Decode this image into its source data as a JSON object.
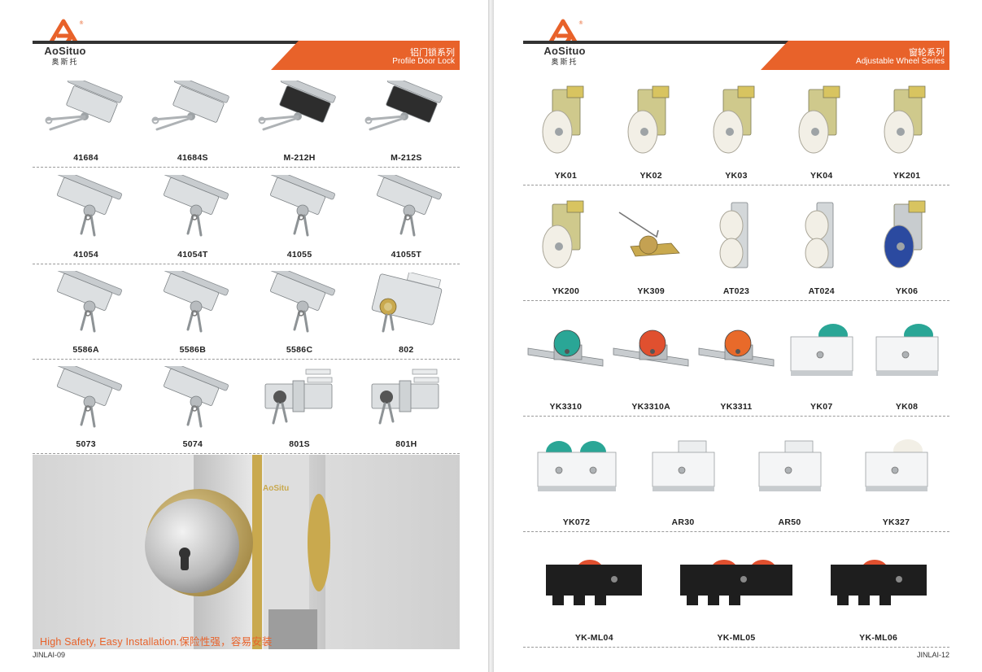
{
  "brand": {
    "name": "AoSituo",
    "name_cn": "奥斯托",
    "mark": "®"
  },
  "colors": {
    "accent": "#e8622a",
    "steel": "#c8cccf",
    "dark": "#2d2d2d",
    "brass": "#c9a94e",
    "white_wheel": "#f2efe6",
    "teal": "#2aa696",
    "red": "#e0502f",
    "blue": "#2b4aa0"
  },
  "left": {
    "banner": {
      "cn": "铝门锁系列",
      "en": "Profile Door Lock"
    },
    "rows": [
      [
        {
          "code": "41684",
          "icon": "lock-body-icon"
        },
        {
          "code": "41684S",
          "icon": "lock-body-icon"
        },
        {
          "code": "M-212H",
          "icon": "lock-body-black-icon"
        },
        {
          "code": "M-212S",
          "icon": "lock-body-black-icon"
        }
      ],
      [
        {
          "code": "41054",
          "icon": "lock-with-keys-icon"
        },
        {
          "code": "41054T",
          "icon": "lock-with-keys-icon"
        },
        {
          "code": "41055",
          "icon": "lock-with-keys-icon"
        },
        {
          "code": "41055T",
          "icon": "lock-with-keys-icon"
        }
      ],
      [
        {
          "code": "5586A",
          "icon": "lock-with-keys-icon"
        },
        {
          "code": "5586B",
          "icon": "lock-with-keys-icon"
        },
        {
          "code": "5586C",
          "icon": "lock-with-keys-icon"
        },
        {
          "code": "802",
          "icon": "cylinder-lock-icon"
        }
      ],
      [
        {
          "code": "5073",
          "icon": "lock-with-keys-icon"
        },
        {
          "code": "5074",
          "icon": "lock-with-keys-icon"
        },
        {
          "code": "801S",
          "icon": "lock-set-icon"
        },
        {
          "code": "801H",
          "icon": "lock-set-icon"
        }
      ]
    ],
    "photo": {
      "tagline": "High Safety, Easy Installation.保险性强，容易安装",
      "plate_brand": "AoSitu"
    },
    "folio": "JINLAI-09"
  },
  "right": {
    "banner": {
      "cn": "窗轮系列",
      "en": "Adjustable Wheel Series"
    },
    "rows": [
      [
        {
          "code": "YK01",
          "icon": "bracket-wheel-icon"
        },
        {
          "code": "YK02",
          "icon": "bracket-wheel-icon"
        },
        {
          "code": "YK03",
          "icon": "bracket-wheel-icon"
        },
        {
          "code": "YK04",
          "icon": "bracket-wheel-icon"
        },
        {
          "code": "YK201",
          "icon": "bracket-wheel-icon"
        }
      ],
      [
        {
          "code": "YK200",
          "icon": "bracket-wheel-icon"
        },
        {
          "code": "YK309",
          "icon": "wire-wheel-icon"
        },
        {
          "code": "AT023",
          "icon": "double-wheel-icon"
        },
        {
          "code": "AT024",
          "icon": "double-wheel-icon"
        },
        {
          "code": "YK06",
          "icon": "bracket-wheel-blue-icon"
        }
      ],
      [
        {
          "code": "YK3310",
          "icon": "flat-roller-teal-icon"
        },
        {
          "code": "YK3310A",
          "icon": "flat-roller-red-icon"
        },
        {
          "code": "YK3311",
          "icon": "flat-roller-orange-icon"
        },
        {
          "code": "YK07",
          "icon": "channel-roller-teal-icon"
        },
        {
          "code": "YK08",
          "icon": "channel-roller-teal-icon"
        }
      ],
      [
        {
          "code": "YK072",
          "icon": "channel-double-teal-icon"
        },
        {
          "code": "AR30",
          "icon": "channel-roller-icon"
        },
        {
          "code": "AR50",
          "icon": "channel-roller-icon"
        },
        {
          "code": "YK327",
          "icon": "channel-roller-cream-icon"
        }
      ],
      [
        {
          "code": "YK-ML04",
          "icon": "black-housing-roller-icon"
        },
        {
          "code": "YK-ML05",
          "icon": "black-housing-double-roller-icon"
        },
        {
          "code": "YK-ML06",
          "icon": "black-housing-roller-icon"
        }
      ]
    ],
    "folio": "JINLAI-12"
  }
}
